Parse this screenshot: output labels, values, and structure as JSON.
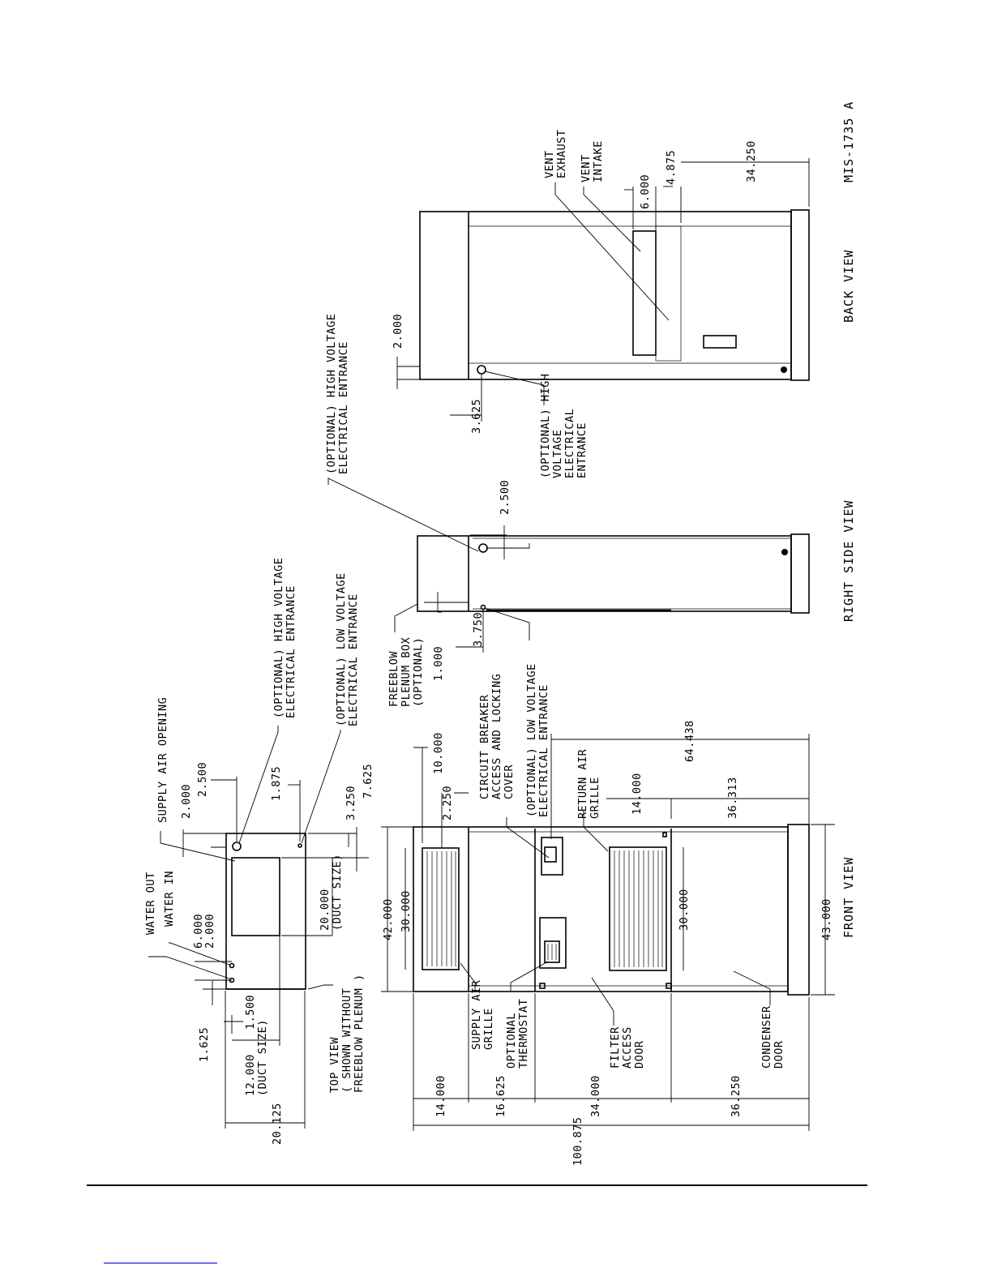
{
  "drawing_number": "MIS-1735 A",
  "views": {
    "top": {
      "title": "TOP VIEW",
      "note_1": "( SHOWN WITHOUT",
      "note_2": "FREEBLOW PLENUM )"
    },
    "front": {
      "title": "FRONT VIEW"
    },
    "right_side": {
      "title": "RIGHT SIDE VIEW"
    },
    "back": {
      "title": "BACK VIEW"
    }
  },
  "labels": {
    "water_out": "WATER OUT",
    "water_in": "WATER IN",
    "supply_air_opening": "SUPPLY AIR OPENING",
    "opt_high_voltage_top_1": "(OPTIONAL) HIGH VOLTAGE",
    "opt_high_voltage_top_2": "ELECTRICAL ENTRANCE",
    "opt_low_voltage_top_1": "(OPTIONAL) LOW VOLTAGE",
    "opt_low_voltage_top_2": "ELECTRICAL ENTRANCE",
    "duct_size_12_1": "12.000",
    "duct_size_12_2": "(DUCT SIZE)",
    "duct_size_20_1": "20.000",
    "duct_size_20_2": "(DUCT SIZE)",
    "freeblow_1": "FREEBLOW",
    "freeblow_2": "PLENUM BOX",
    "freeblow_3": "(OPTIONAL)",
    "circuit_breaker_1": "CIRCUIT BREAKER",
    "circuit_breaker_2": "ACCESS AND LOCKING",
    "circuit_breaker_3": "COVER",
    "opt_low_voltage_front_1": "(OPTIONAL) LOW VOLTAGE",
    "opt_low_voltage_front_2": "ELECTRICAL ENTRANCE",
    "return_air_1": "RETURN AIR",
    "return_air_2": "GRILLE",
    "supply_air_grille_1": "SUPPLY AIR",
    "supply_air_grille_2": "GRILLE",
    "optional_thermostat_1": "OPTIONAL",
    "optional_thermostat_2": "THERMOSTAT",
    "filter_access_1": "FILTER",
    "filter_access_2": "ACCESS",
    "filter_access_3": "DOOR",
    "condenser_door_1": "CONDENSER",
    "condenser_door_2": "DOOR",
    "opt_high_voltage_side_1": "(OPTIONAL) HIGH",
    "opt_high_voltage_side_2": "VOLTAGE",
    "opt_high_voltage_side_3": "ELECTRICAL",
    "opt_high_voltage_side_4": "ENTRANCE",
    "opt_high_voltage_back_1": "(OPTIONAL) HIGH VOLTAGE",
    "opt_high_voltage_back_2": "ELECTRICAL ENTRANCE",
    "vent_exhaust_1": "VENT",
    "vent_exhaust_2": "EXHAUST",
    "vent_intake_1": "VENT",
    "vent_intake_2": "INTAKE"
  },
  "dimensions": {
    "d_6000_top": "6.000",
    "d_2000_top_a": "2.000",
    "d_1625": "1.625",
    "d_1500": "1.500",
    "d_20125": "20.125",
    "d_2000_top_b": "2.000",
    "d_2500_top": "2.500",
    "d_1875": "1.875",
    "d_3250": "3.250",
    "d_7625": "7.625",
    "d_42000": "42.000",
    "d_30000_top": "30.000",
    "d_10000": "10.000",
    "d_2250": "2.250",
    "d_64438": "64.438",
    "d_14000_ret": "14.000",
    "d_36313": "36.313",
    "d_30000_ret": "30.000",
    "d_43000": "43.000",
    "d_14000_left": "14.000",
    "d_16625": "16.625",
    "d_100875": "100.875",
    "d_34000": "34.000",
    "d_36250": "36.250",
    "d_1000": "1.000",
    "d_3750": "3.750",
    "d_2500_side": "2.500",
    "d_2000_back": "2.000",
    "d_3625": "3.625",
    "d_6000_back": "6.000",
    "d_4875": "4.875",
    "d_34250": "34.250"
  }
}
